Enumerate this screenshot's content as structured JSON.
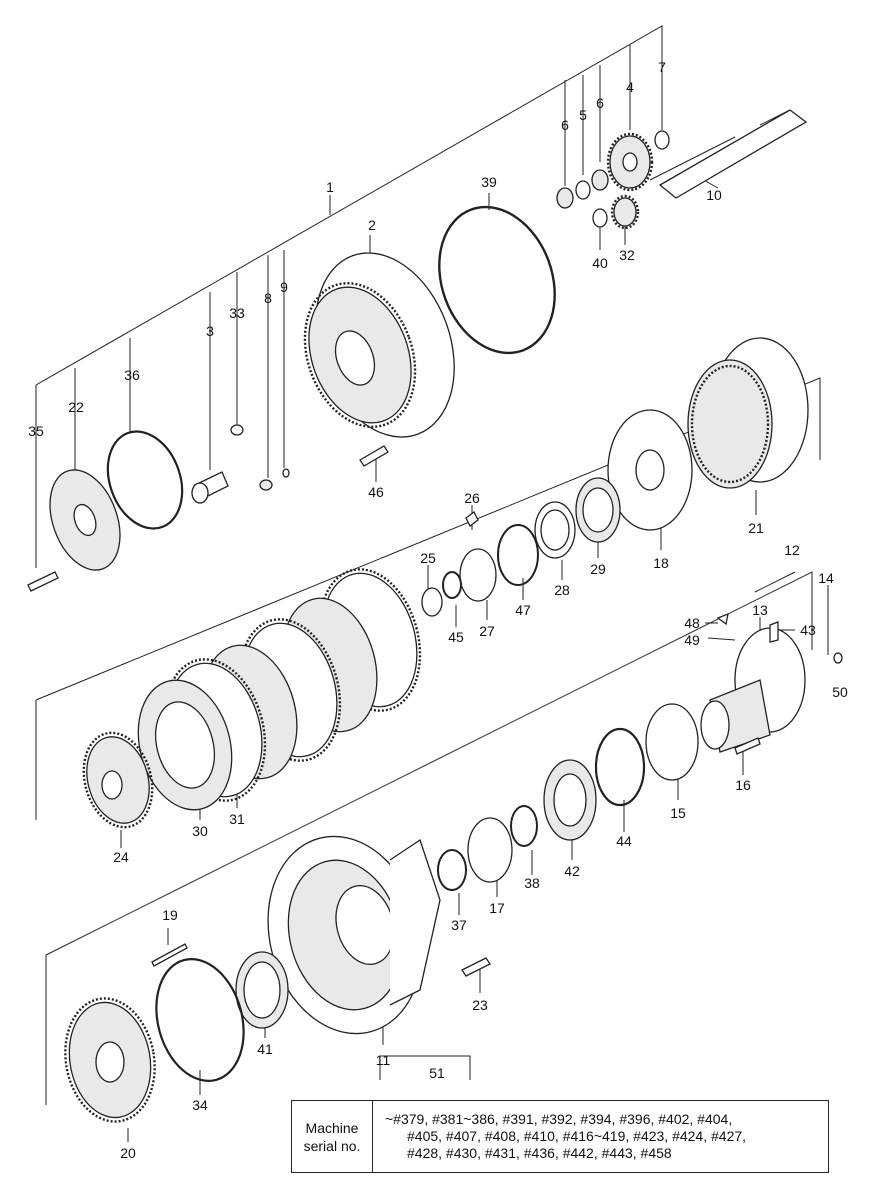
{
  "labels": {
    "p1": "1",
    "p2": "2",
    "p3": "3",
    "p4": "4",
    "p5": "5",
    "p6a": "6",
    "p6b": "6",
    "p7": "7",
    "p8": "8",
    "p9": "9",
    "p10": "10",
    "p11": "11",
    "p12": "12",
    "p13": "13",
    "p14": "14",
    "p15": "15",
    "p16": "16",
    "p17": "17",
    "p18": "18",
    "p19": "19",
    "p20": "20",
    "p21": "21",
    "p22": "22",
    "p23": "23",
    "p24": "24",
    "p25": "25",
    "p26": "26",
    "p27": "27",
    "p28": "28",
    "p29": "29",
    "p30": "30",
    "p31": "31",
    "p32": "32",
    "p33": "33",
    "p34": "34",
    "p35": "35",
    "p36": "36",
    "p37": "37",
    "p38": "38",
    "p39": "39",
    "p40": "40",
    "p41": "41",
    "p42": "42",
    "p43": "43",
    "p44": "44",
    "p45": "45",
    "p46": "46",
    "p47": "47",
    "p48": "48",
    "p49": "49",
    "p50": "50",
    "p51": "51"
  },
  "serial_table": {
    "header_line1": "Machine",
    "header_line2": "serial no.",
    "line1": "~#379, #381~386, #391, #392, #394, #396, #402, #404,",
    "line2": "#405, #407, #408, #410, #416~419, #423, #424, #427,",
    "line3": "#428, #430, #431, #436, #442, #443, #458"
  }
}
